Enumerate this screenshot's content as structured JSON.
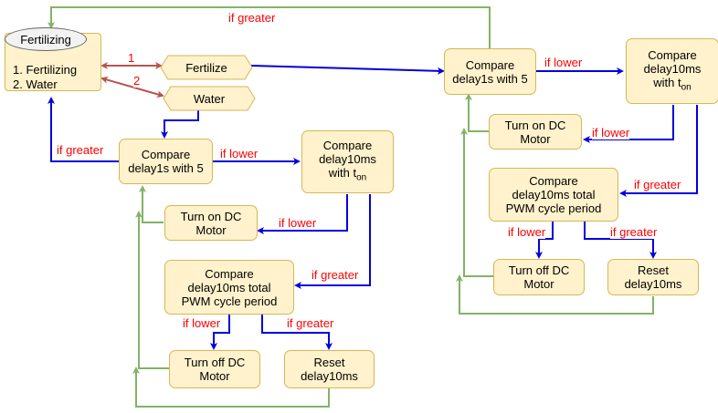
{
  "menu": {
    "title": "Fertilizing",
    "items": [
      "1. Fertilizing",
      "2. Water"
    ]
  },
  "inputs": {
    "fertilize": "Fertilize",
    "water": "Water"
  },
  "links": {
    "option1": "1",
    "option2": "2"
  },
  "left_flow": {
    "compare_delay1s": [
      "Compare",
      "delay1s with 5"
    ],
    "compare_delay10ms_ton": [
      "Compare",
      "delay10ms",
      "with t"
    ],
    "ton_subscript": "on",
    "turn_on_motor": [
      "Turn on DC",
      "Motor"
    ],
    "compare_pwm": [
      "Compare",
      "delay10ms total",
      "PWM cycle period"
    ],
    "turn_off_motor": [
      "Turn off DC",
      "Motor"
    ],
    "reset": [
      "Reset",
      "delay10ms"
    ]
  },
  "right_flow": {
    "compare_delay1s": [
      "Compare",
      "delay1s with 5"
    ],
    "compare_delay10ms_ton": [
      "Compare",
      "delay10ms",
      "with t"
    ],
    "ton_subscript": "on",
    "turn_on_motor": [
      "Turn on DC",
      "Motor"
    ],
    "compare_pwm": [
      "Compare",
      "delay10ms total",
      "PWM cycle period"
    ],
    "turn_off_motor": [
      "Turn off DC",
      "Motor"
    ],
    "reset": [
      "Reset",
      "delay10ms"
    ]
  },
  "edge_labels": {
    "if_greater": "if greater",
    "if_lower": "if lower"
  },
  "colors": {
    "box_fill": "#fff2cc",
    "box_stroke": "#d6b656",
    "blue_arrow": "#0000dd",
    "green_arrow": "#82b366",
    "red_arrow": "#b85450",
    "label_red": "#ff0000"
  }
}
